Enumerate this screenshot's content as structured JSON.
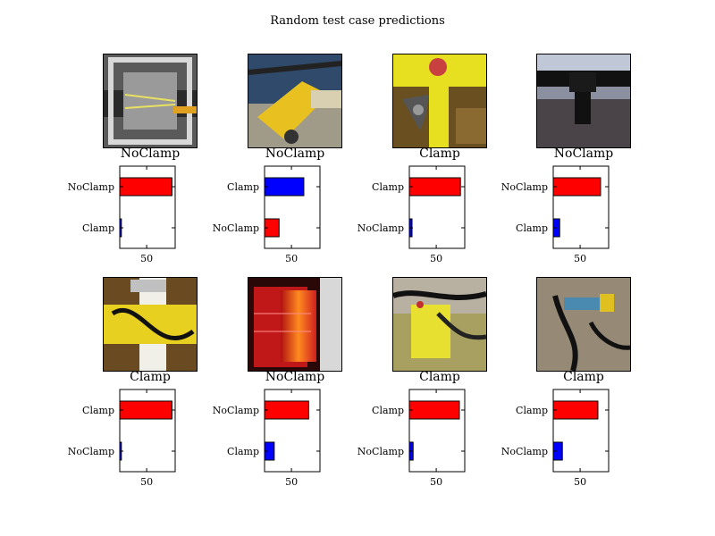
{
  "figure": {
    "title": "Random test case predictions"
  },
  "colors": {
    "predicted": "#ff0000",
    "other": "#0000ff",
    "edge": "#000000"
  },
  "chart_data": [
    {
      "type": "bar",
      "orientation": "horizontal",
      "image_caption": "NoClamp",
      "categories": [
        "NoClamp",
        "Clamp"
      ],
      "values": [
        97,
        3
      ],
      "bar_colors": [
        "red",
        "blue"
      ],
      "xticks": [
        50
      ],
      "xlim": [
        0,
        103
      ]
    },
    {
      "type": "bar",
      "orientation": "horizontal",
      "image_caption": "NoClamp",
      "categories": [
        "Clamp",
        "NoClamp"
      ],
      "values": [
        73,
        27
      ],
      "bar_colors": [
        "blue",
        "red"
      ],
      "xticks": [
        50
      ],
      "xlim": [
        0,
        103
      ]
    },
    {
      "type": "bar",
      "orientation": "horizontal",
      "image_caption": "Clamp",
      "categories": [
        "Clamp",
        "NoClamp"
      ],
      "values": [
        95,
        5
      ],
      "bar_colors": [
        "red",
        "blue"
      ],
      "xticks": [
        50
      ],
      "xlim": [
        0,
        103
      ]
    },
    {
      "type": "bar",
      "orientation": "horizontal",
      "image_caption": "NoClamp",
      "categories": [
        "NoClamp",
        "Clamp"
      ],
      "values": [
        88,
        12
      ],
      "bar_colors": [
        "red",
        "blue"
      ],
      "xticks": [
        50
      ],
      "xlim": [
        0,
        103
      ]
    },
    {
      "type": "bar",
      "orientation": "horizontal",
      "image_caption": "Clamp",
      "categories": [
        "Clamp",
        "NoClamp"
      ],
      "values": [
        97,
        3
      ],
      "bar_colors": [
        "red",
        "blue"
      ],
      "xticks": [
        50
      ],
      "xlim": [
        0,
        103
      ]
    },
    {
      "type": "bar",
      "orientation": "horizontal",
      "image_caption": "NoClamp",
      "categories": [
        "NoClamp",
        "Clamp"
      ],
      "values": [
        82,
        18
      ],
      "bar_colors": [
        "red",
        "blue"
      ],
      "xticks": [
        50
      ],
      "xlim": [
        0,
        103
      ]
    },
    {
      "type": "bar",
      "orientation": "horizontal",
      "image_caption": "Clamp",
      "categories": [
        "Clamp",
        "NoClamp"
      ],
      "values": [
        93,
        7
      ],
      "bar_colors": [
        "red",
        "blue"
      ],
      "xticks": [
        50
      ],
      "xlim": [
        0,
        103
      ]
    },
    {
      "type": "bar",
      "orientation": "horizontal",
      "image_caption": "Clamp",
      "categories": [
        "Clamp",
        "NoClamp"
      ],
      "values": [
        83,
        17
      ],
      "bar_colors": [
        "red",
        "blue"
      ],
      "xticks": [
        50
      ],
      "xlim": [
        0,
        103
      ]
    }
  ],
  "photos": [
    {
      "subject": "metal-clamp-frame-on-grey-pipe"
    },
    {
      "subject": "yellow-machine-on-gravel"
    },
    {
      "subject": "yellow-pipe-tee-with-wing-bolt"
    },
    {
      "subject": "black-pipe-on-gravel-under-sky"
    },
    {
      "subject": "yellow-clamp-on-pipe-in-trench"
    },
    {
      "subject": "glowing-orange-heater-element"
    },
    {
      "subject": "yellow-clamp-with-black-hoses"
    },
    {
      "subject": "blue-yellow-tool-on-desk-with-cables"
    }
  ]
}
